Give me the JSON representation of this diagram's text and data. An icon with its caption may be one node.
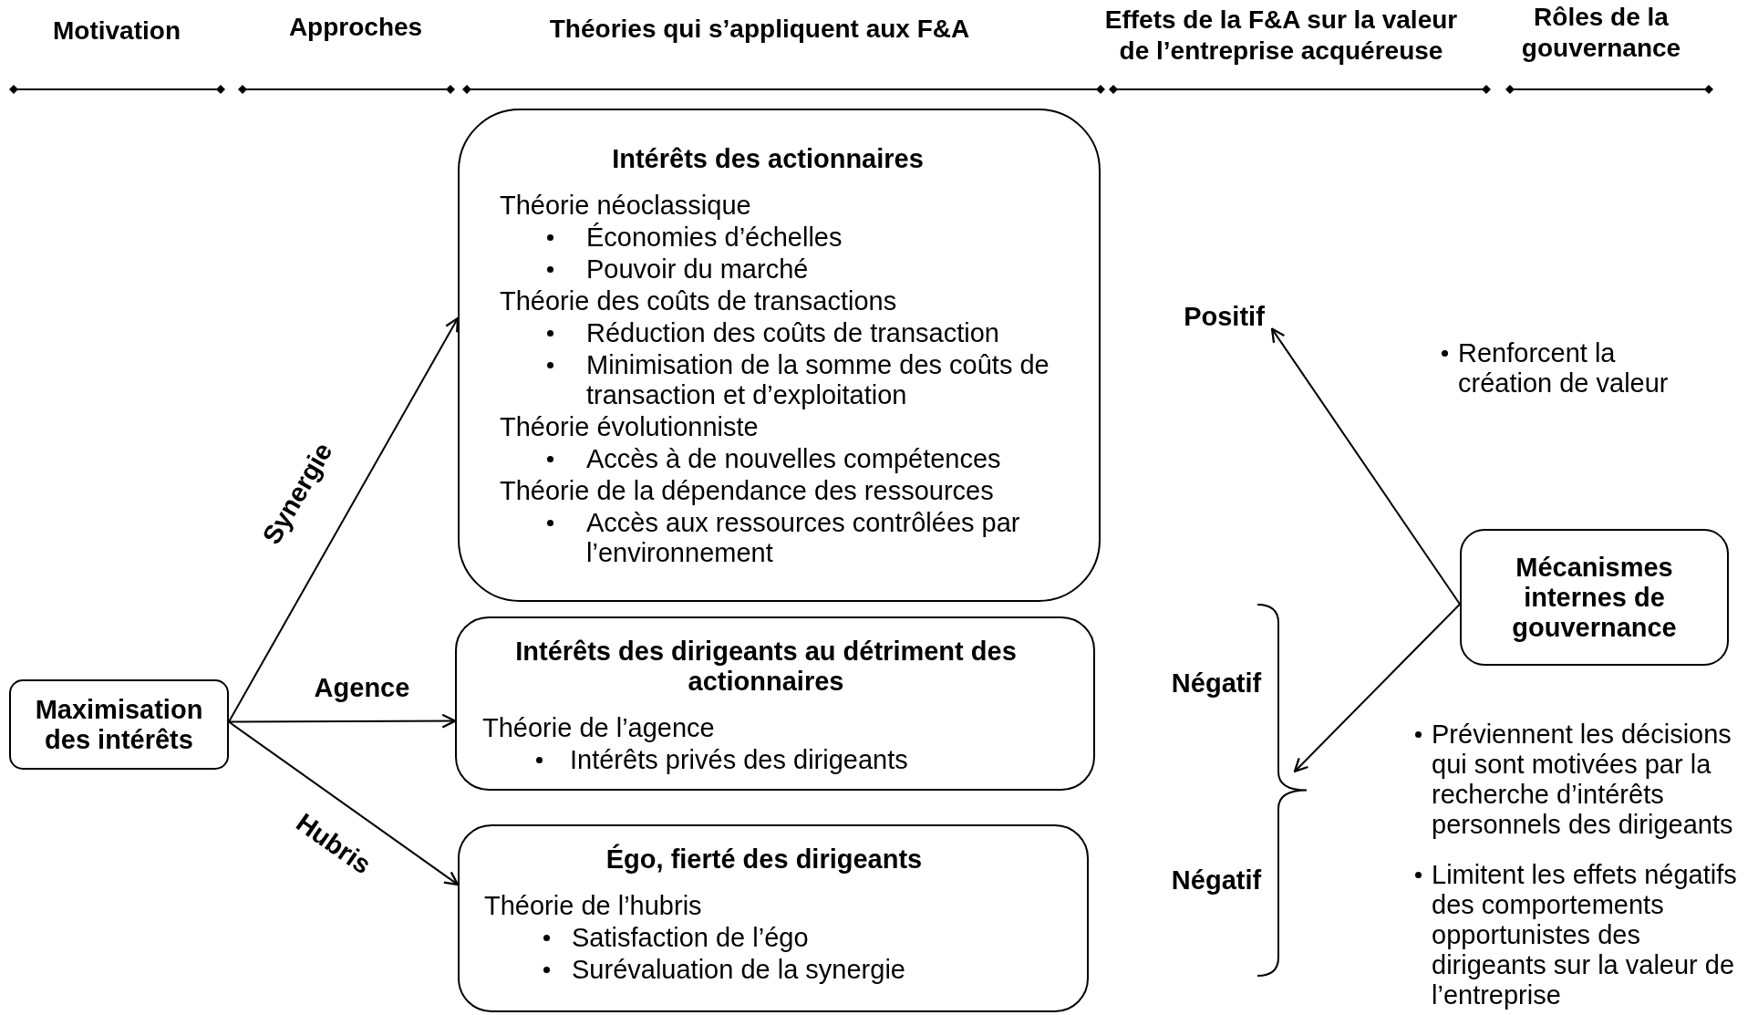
{
  "diagram": {
    "nodes": [
      {
        "text": [
          "Maximisation des intérêts"
        ]
      },
      {
        "text": [
          "Intérêts des actionnaires",
          "Théorie néoclassique",
          "Économies d’échelles",
          "Pouvoir du marché",
          "Théorie des coûts de transactions",
          "Réduction des coûts de transaction",
          "Minimisation de la somme des coûts de transaction et d’exploitation",
          "Théorie évolutionniste",
          "Accès à de nouvelles compétences",
          "Théorie de la dépendance des ressources",
          "Accès aux ressources contrôlées par l’environnement"
        ]
      },
      {
        "text": [
          "Intérêts des dirigeants au détriment des actionnaires",
          "Théorie de l’agence",
          "Intérêts privés des dirigeants"
        ]
      },
      {
        "text": [
          "Égo, fierté des dirigeants",
          "Théorie de l’hubris",
          "Satisfaction de l’égo",
          "Surévaluation de la synergie"
        ]
      },
      {
        "text": [
          "Positif"
        ]
      },
      {
        "text": [
          "Mécanismes internes de gouvernance"
        ]
      },
      {
        "text": [],
        "shape": "brace"
      }
    ],
    "edges": [
      {
        "from": 0,
        "to": 1,
        "arrow": "to",
        "label": "Synergie"
      },
      {
        "from": 0,
        "to": 2,
        "arrow": "to",
        "label": "Agence"
      },
      {
        "from": 0,
        "to": 3,
        "arrow": "to",
        "label": "Hubris"
      },
      {
        "from": 5,
        "to": 4,
        "arrow": "to"
      },
      {
        "from": 5,
        "to": 6,
        "arrow": "to"
      }
    ],
    "labels": [
      "Motivation",
      "Approches",
      "Théories qui s’appliquent aux F&A",
      "Effets de la F&A sur la valeur de l’entreprise acquéreuse",
      "Rôles de la gouvernance",
      "Renforcent la création de valeur",
      "Négatif",
      "Préviennent les décisions qui sont motivées par la recherche d’intérêts personnels des dirigeants",
      "Négatif",
      "Limitent les effets négatifs des comportements opportunistes des dirigeants sur la valeur de l’entreprise"
    ]
  }
}
